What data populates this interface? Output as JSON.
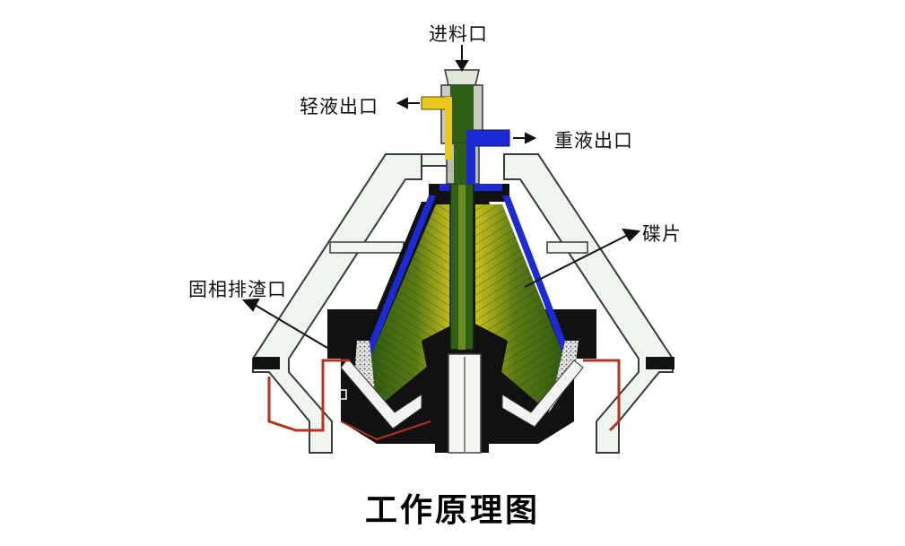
{
  "labels": {
    "feed_inlet": "进料口",
    "light_liquid_outlet": "轻液出口",
    "heavy_liquid_outlet": "重液出口",
    "discs": "碟片",
    "solids_discharge": "固相排渣口"
  },
  "caption": "工作原理图",
  "colors": {
    "housing_fill": "#eef4ee",
    "housing_stroke": "#3a3a3a",
    "disc_green_dark": "#3f6a12",
    "disc_green_light": "#c8c41a",
    "light_liquid": "#e8c81a",
    "heavy_liquid": "#1c2ad6",
    "bowl_black": "#111111",
    "sludge_red": "#b4321e"
  }
}
